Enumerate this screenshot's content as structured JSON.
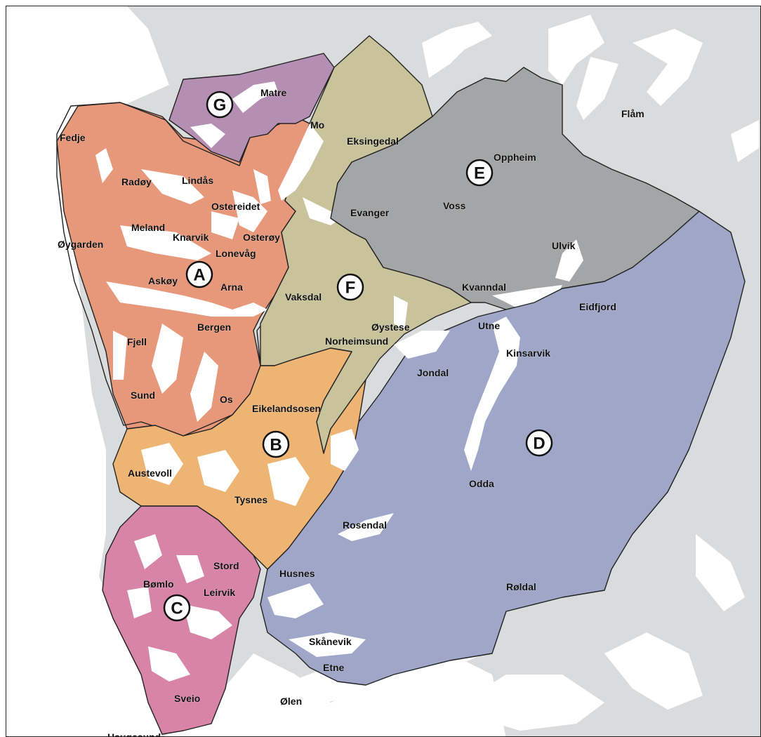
{
  "colors": {
    "land": "#dadbdc",
    "water": "#ffffff",
    "outline": "#222222",
    "region_A": "#e8987a",
    "region_B": "#eeb474",
    "region_C": "#d883a8",
    "region_D": "#9fa6c8",
    "region_E": "#a3a5a6",
    "region_F": "#c8c39b",
    "region_G": "#b48fb3"
  },
  "regions": {
    "A": "A",
    "B": "B",
    "C": "C",
    "D": "D",
    "E": "E",
    "F": "F",
    "G": "G"
  },
  "places": {
    "matre": "Matre",
    "mo": "Mo",
    "eksingedal": "Eksingedal",
    "flam": "Flåm",
    "fedje": "Fedje",
    "oppheim": "Oppheim",
    "radoy": "Radøy",
    "lindas": "Lindås",
    "ostereidet": "Ostereidet",
    "voss": "Voss",
    "evanger": "Evanger",
    "meland": "Meland",
    "knarvik": "Knarvik",
    "osteroy": "Osterøy",
    "oygarden": "Øygarden",
    "lonevag": "Lonevåg",
    "ulvik": "Ulvik",
    "askoy": "Askøy",
    "arna": "Arna",
    "kvanndal": "Kvanndal",
    "vaksdal": "Vaksdal",
    "eidfjord": "Eidfjord",
    "bergen": "Bergen",
    "utne": "Utne",
    "oystese": "Øystese",
    "fjell": "Fjell",
    "norheimsund": "Norheimsund",
    "kinsarvik": "Kinsarvik",
    "jondal": "Jondal",
    "sund": "Sund",
    "os": "Os",
    "eikelandsosen": "Eikelandsosen",
    "austevoll": "Austevoll",
    "odda": "Odda",
    "tysnes": "Tysnes",
    "rosendal": "Rosendal",
    "stord": "Stord",
    "husnes": "Husnes",
    "bomlo": "Bømlo",
    "leirvik": "Leirvik",
    "roldal": "Røldal",
    "skanevik": "Skånevik",
    "etne": "Etne",
    "sveio": "Sveio",
    "olen": "Ølen",
    "haugesund": "Haugesund"
  }
}
